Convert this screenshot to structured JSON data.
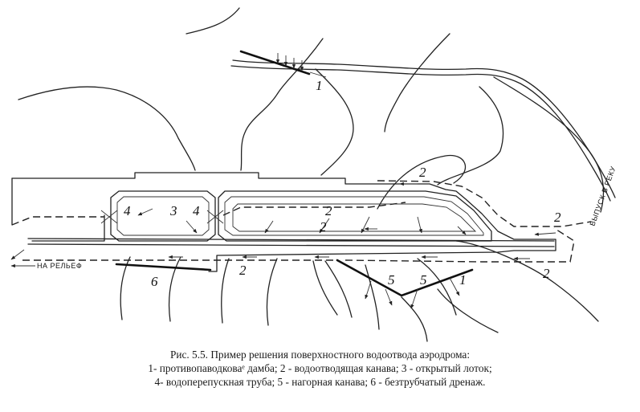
{
  "diagram": {
    "labels": {
      "dam": "1",
      "canal": "2",
      "tray": "3",
      "pipe": "4",
      "upland": "5",
      "drain": "6"
    },
    "to_relief": "НА РЕЛЬЕФ",
    "outlet": "ВЫПУСК В РЕКУ"
  },
  "caption": {
    "title": "Рис. 5.5. Пример решения поверхностного водоотвода аэродрома:",
    "legend_line_1": "1- противопаводковаᵉ дамба; 2 - водоотводящая канава; 3 - открытый лоток;",
    "legend_line_2": "4- водоперепускная труба; 5 - нагорная канава; 6 - безтрубчатый дренаж."
  }
}
